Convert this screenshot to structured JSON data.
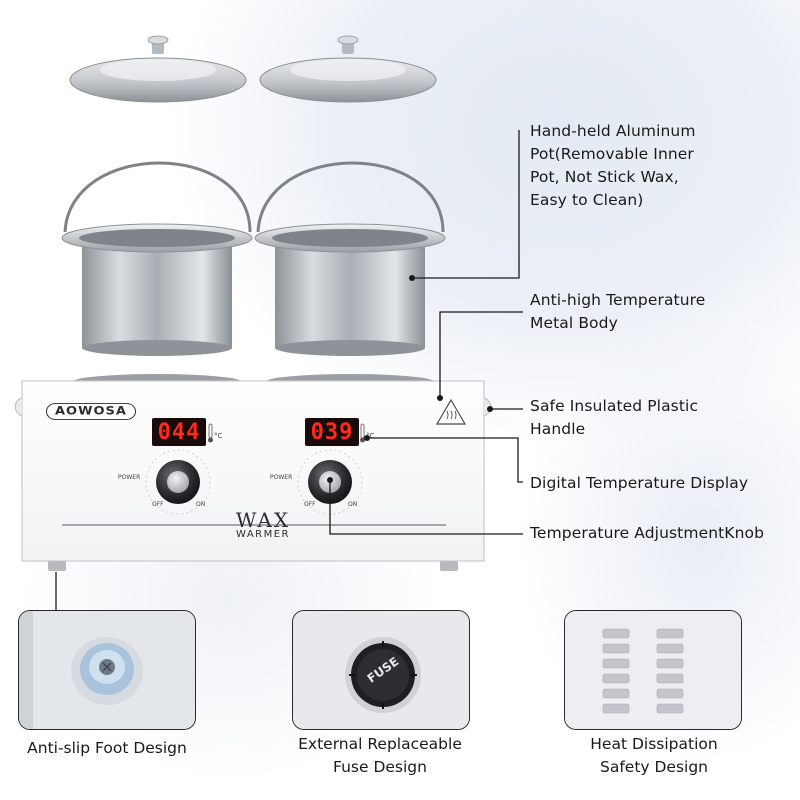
{
  "brand": "AOWOSA",
  "body_label": {
    "main": "WAX",
    "sub": "WARMER"
  },
  "displays": {
    "left": "044",
    "right": "039",
    "unit": "°C"
  },
  "controls": {
    "power_label": "POWER",
    "off_label": "OFF",
    "on_label": "ON"
  },
  "callouts": {
    "pot": [
      "Hand-held Aluminum",
      "Pot(Removable Inner",
      "Pot, Not Stick Wax,",
      "Easy to Clean)"
    ],
    "body": [
      "Anti-high Temperature",
      "Metal Body"
    ],
    "handle": [
      "Safe Insulated Plastic",
      "Handle"
    ],
    "display": "Digital Temperature Display",
    "knob": "Temperature AdjustmentKnob"
  },
  "features": [
    {
      "lines": [
        "Anti-slip Foot Design"
      ]
    },
    {
      "lines": [
        "External Replaceable",
        "Fuse Design"
      ],
      "fuse_text": "FUSE"
    },
    {
      "lines": [
        "Heat Dissipation",
        "Safety Design"
      ]
    }
  ],
  "colors": {
    "display_red": "#ff2a1a",
    "display_bg": "#1a0b0b",
    "metal": "#b9bdc2",
    "line": "#1a1a1a"
  }
}
